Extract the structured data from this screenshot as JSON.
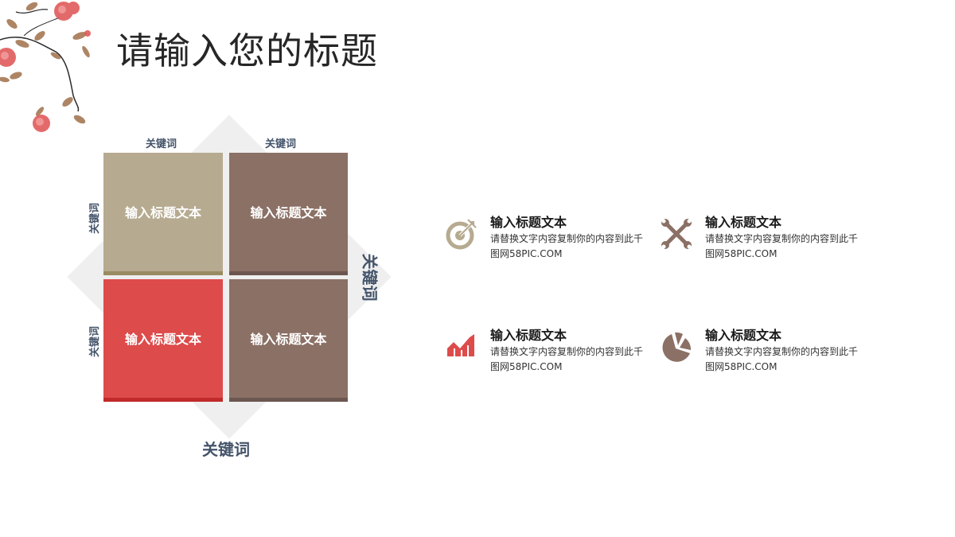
{
  "header": {
    "title": "请输入您的标题"
  },
  "decoration": {
    "image": "flower-branch-illustration"
  },
  "matrix": {
    "diamond_color": "#efefef",
    "axis_labels": {
      "top_left": "关键词",
      "top_right": "关键词",
      "left_top": "关键词",
      "left_bottom": "关键词",
      "right": "关键词",
      "bottom": "关键词"
    },
    "cells": [
      {
        "label": "输入标题文本",
        "color": "#b6aa90",
        "bar_color": "#9a8c62"
      },
      {
        "label": "输入标题文本",
        "color": "#8b7065",
        "bar_color": "#6b5750"
      },
      {
        "label": "输入标题文本",
        "color": "#dd4b4b",
        "bar_color": "#c02a2a"
      },
      {
        "label": "输入标题文本",
        "color": "#8b7065",
        "bar_color": "#6b5750"
      }
    ]
  },
  "features": [
    {
      "icon": "target-icon",
      "color": "#b6aa90",
      "title": "输入标题文本",
      "desc": "请替换文字内容复制你的内容到此千图网58PIC.COM"
    },
    {
      "icon": "tools-icon",
      "color": "#8b7065",
      "title": "输入标题文本",
      "desc": "请替换文字内容复制你的内容到此千图网58PIC.COM"
    },
    {
      "icon": "growth-chart-icon",
      "color": "#dd4b4b",
      "title": "输入标题文本",
      "desc": "请替换文字内容复制你的内容到此千图网58PIC.COM"
    },
    {
      "icon": "pie-chart-icon",
      "color": "#8b7065",
      "title": "输入标题文本",
      "desc": "请替换文字内容复制你的内容到此千图网58PIC.COM"
    }
  ]
}
